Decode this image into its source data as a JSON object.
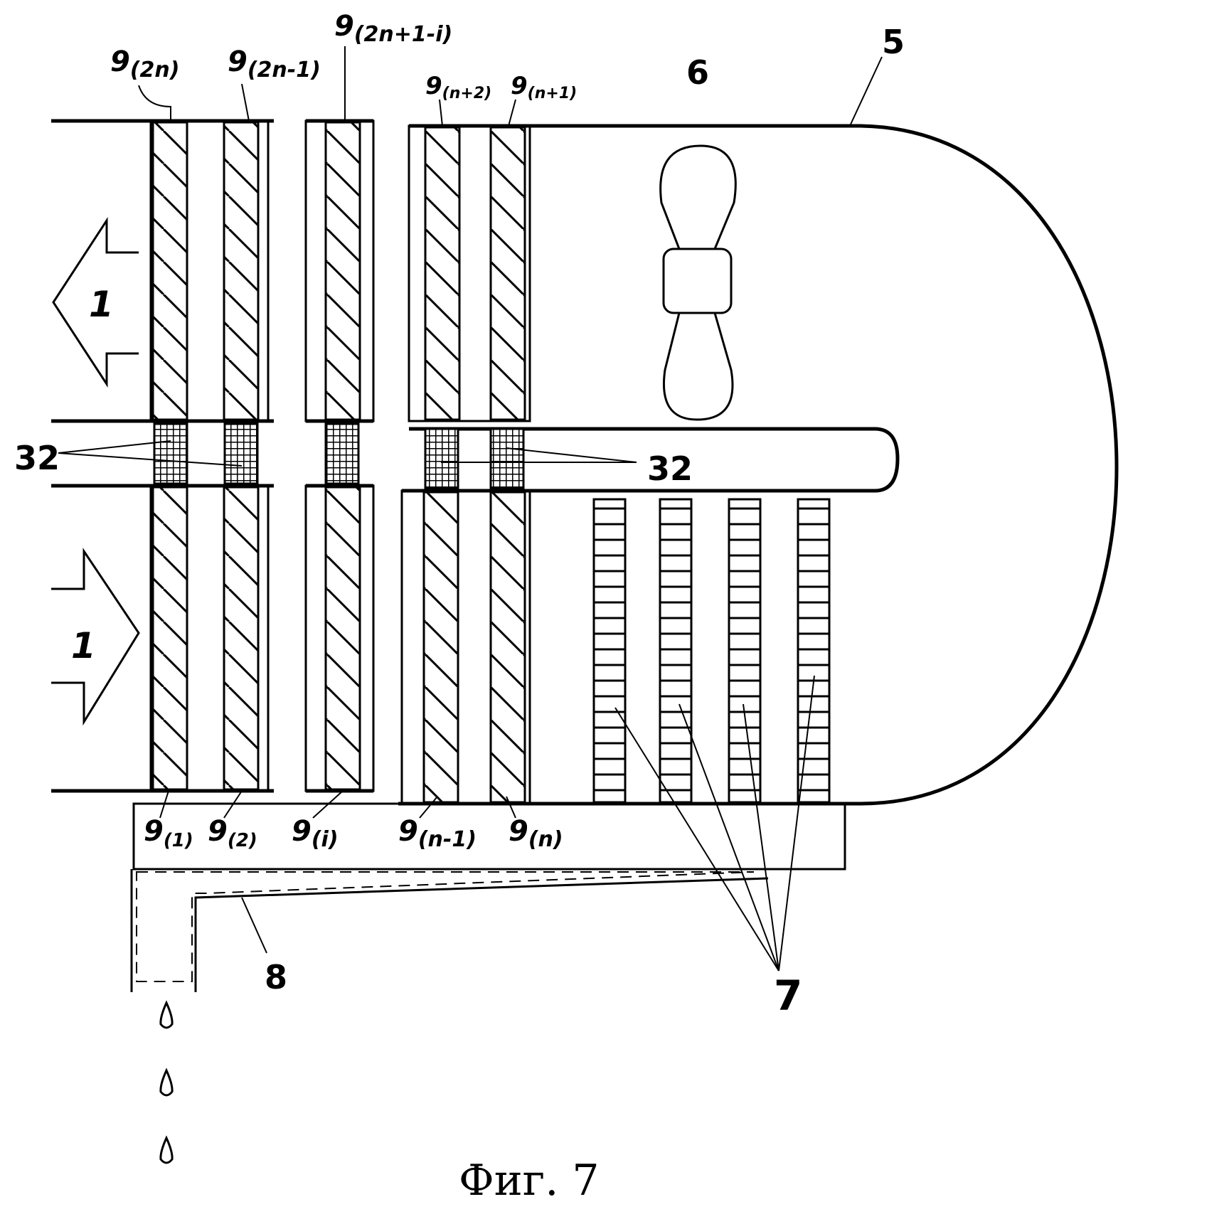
{
  "figure": {
    "caption": "Фиг. 7",
    "ref_housing": "5",
    "ref_fan": "6",
    "ref_coils": "7",
    "ref_drain": "8",
    "ref_seal_left": "32",
    "ref_seal_right": "32",
    "ref_flow_out": "1",
    "ref_flow_in": "1"
  },
  "plates_top": [
    {
      "ref": "9",
      "sub": "(2n)"
    },
    {
      "ref": "9",
      "sub": "(2n-1)"
    },
    {
      "ref": "9",
      "sub": "(2n+1-i)"
    },
    {
      "ref": "9",
      "sub": "(n+2)"
    },
    {
      "ref": "9",
      "sub": "(n+1)"
    }
  ],
  "plates_bottom": [
    {
      "ref": "9",
      "sub": "(1)"
    },
    {
      "ref": "9",
      "sub": "(2)"
    },
    {
      "ref": "9",
      "sub": "(i)"
    },
    {
      "ref": "9",
      "sub": "(n-1)"
    },
    {
      "ref": "9",
      "sub": "(n)"
    }
  ]
}
